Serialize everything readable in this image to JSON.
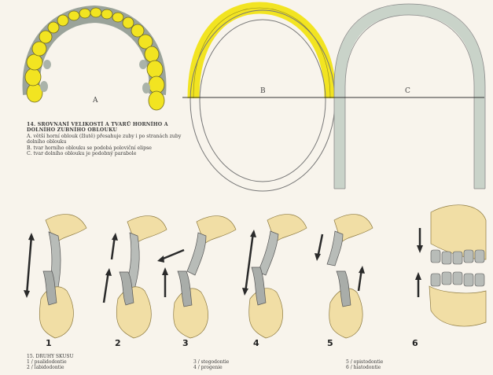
{
  "figure_a_letter": "A",
  "figure_b_letter": "B",
  "figure_c_letter": "C",
  "caption": {
    "title": "14. SROVNANÍ VELIKOSTÍ A TVARŮ HORNÍHO A DOLNÍHO ZUBNÍHO OBLOUKU",
    "lines": [
      "A. větší horní oblouk (žlutě) přesahuje zuby i po stranách zuby dolního oblouku",
      "B. tvar horního oblouku se podobá poloviční elipse",
      "C. tvar dolního oblouku je podobný parabole"
    ]
  },
  "numbers": [
    "1",
    "2",
    "3",
    "4",
    "5",
    "6"
  ],
  "bottom_caption": {
    "title": "15. DRUHY SKUSU",
    "col1": [
      "1 / psalidodontie",
      "2 / labidodontie"
    ],
    "col2": [
      "3 / stegodontie",
      "4 / progenie"
    ],
    "col3": [
      "5 / opistodontie",
      "6 / hiatodontie"
    ]
  },
  "colors": {
    "enamel_yellow": "#f2e421",
    "gum_grey": "#c9d3c9",
    "bone": "#f1dea5",
    "tooth_grey": "#b8bcb8",
    "arrow": "#2a2a2a"
  }
}
